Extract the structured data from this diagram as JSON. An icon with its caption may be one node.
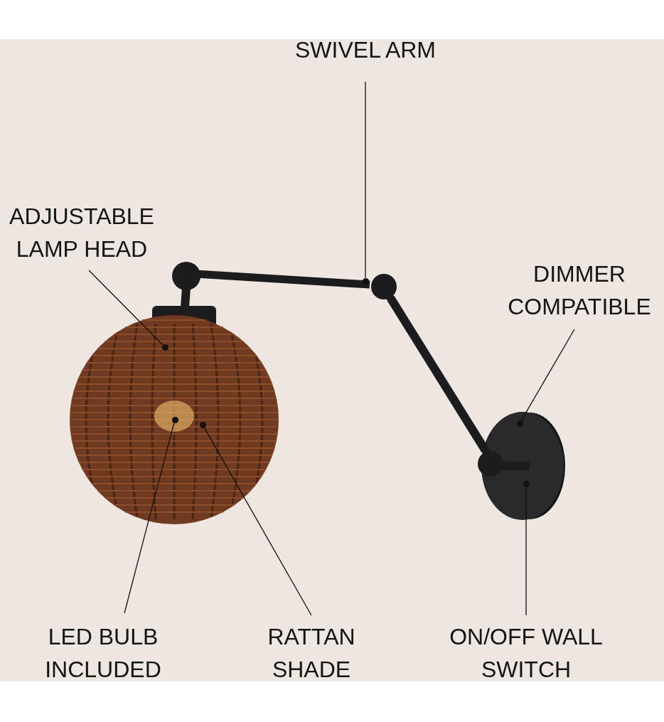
{
  "diagram": {
    "nodes": [
      {
        "text": [
          "SWIVEL ARM"
        ]
      },
      {
        "text": [
          "ADJUSTABLE LAMP HEAD"
        ]
      },
      {
        "text": [
          "DIMMER COMPATIBLE"
        ]
      },
      {
        "text": [
          "LED BULB INCLUDED"
        ]
      },
      {
        "text": [
          "RATTAN SHADE"
        ]
      },
      {
        "text": [
          "ON/OFF WALL SWITCH"
        ]
      },
      {
        "text": [],
        "shape": "circle"
      },
      {
        "text": [],
        "shape": "circle"
      },
      {
        "text": [],
        "shape": "circle"
      },
      {
        "text": [],
        "shape": "circle"
      },
      {
        "text": [],
        "shape": "circle"
      },
      {
        "text": [],
        "shape": "circle"
      }
    ],
    "edges": [
      {
        "from": 0,
        "to": 6,
        "arrow": "none"
      },
      {
        "from": 1,
        "to": 7,
        "arrow": "none"
      },
      {
        "from": 3,
        "to": 8,
        "arrow": "none"
      },
      {
        "from": 2,
        "to": 9,
        "arrow": "none"
      },
      {
        "from": 4,
        "to": 10,
        "arrow": "none"
      },
      {
        "from": 5,
        "to": 11,
        "arrow": "none"
      }
    ]
  }
}
